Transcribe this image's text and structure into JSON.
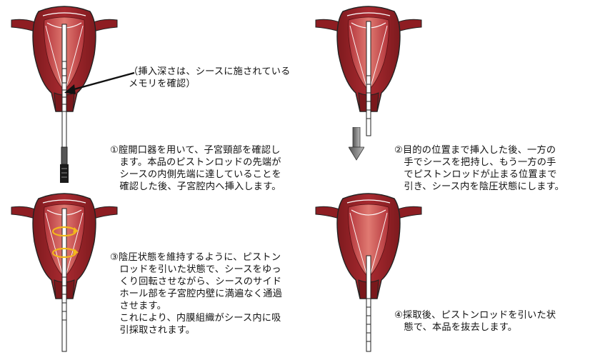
{
  "note_text": "（挿入深さは、シースに施されている\nメモリを確認）",
  "steps": [
    {
      "text": "①腟開口器を用いて、子宮頸部を確認し\n　ます。本品のピストンロッドの先端が\n　シースの内側先端に達していることを\n　確認した後、子宮腔内へ挿入します。"
    },
    {
      "text": "②目的の位置まで挿入した後、一方の\n　手でシースを把持し、もう一方の手\n　でピストンロッドが止まる位置まで\n　引き、シース内を陰圧状態にします。"
    },
    {
      "text": "③陰圧状態を維持するように、ピストン\n　ロッドを引いた状態で、シースをゆっ\n　くり回転させながら、シースのサイド\n　ホール部を子宮腔内壁に満遍なく通過\n　させます。\n　これにより、内膜組織がシース内に吸\n　引採取されます。"
    },
    {
      "text": "④採取後、ピストンロッドを引いた状\n　態で、本品を抜去します。"
    }
  ],
  "colors": {
    "uterus_dark": "#8e1d22",
    "uterus_mid": "#c0393f",
    "uterus_light": "#d9645f",
    "rotation_arrow": "#f2b81d",
    "arrow_gray": "#777777"
  }
}
